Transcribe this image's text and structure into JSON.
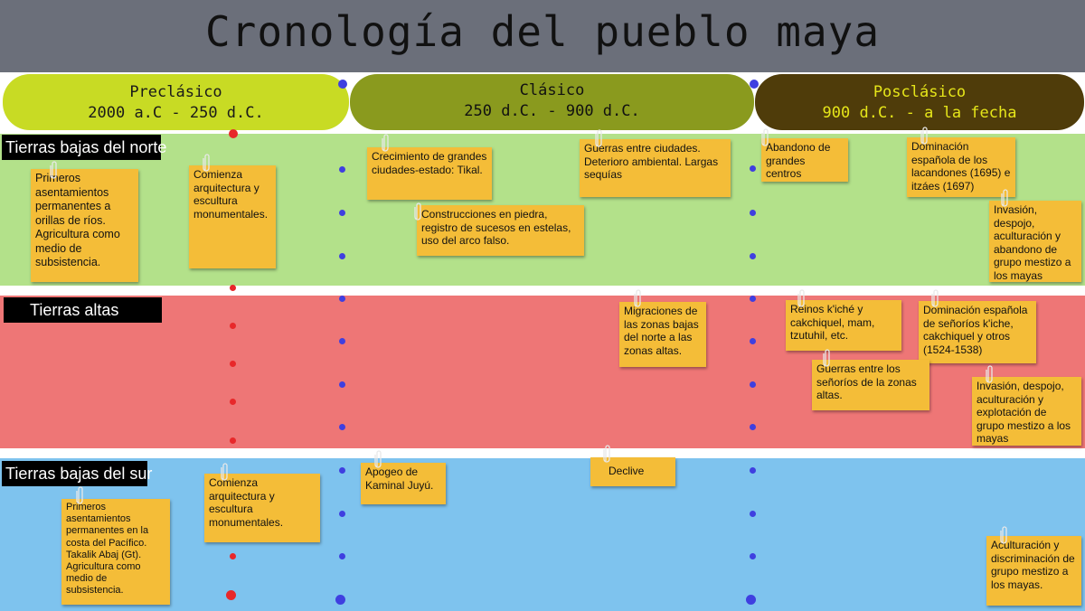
{
  "title": "Cronología del pueblo maya",
  "periods": [
    {
      "name": "Preclásico",
      "range": "2000 a.C - 250 d.C."
    },
    {
      "name": "Clásico",
      "range": "250 d.C. - 900 d.C."
    },
    {
      "name": "Posclásico",
      "range": "900 d.C. - a la fecha"
    }
  ],
  "regions": [
    "Tierras bajas del norte",
    "Tierras altas",
    "Tierras bajas del sur"
  ],
  "notes": {
    "north_pre_1": "Primeros asentamientos permanentes a orillas de ríos. Agricultura como medio de subsistencia.",
    "north_pre_2": "Comienza arquitectura y escultura monumentales.",
    "north_cla_1": "Crecimiento de grandes ciudades-estado: Tikal.",
    "north_cla_2": "Construcciones en piedra, registro de sucesos en estelas, uso del arco falso.",
    "north_cla_3": "Guerras entre ciudades. Deterioro ambiental. Largas sequías",
    "north_pos_1": "Abandono de grandes centros ceremoniales",
    "north_pos_2": "Dominación española de los lacandones (1695) e itzáes (1697)",
    "north_pos_3": "Invasión, despojo, aculturación y abandono de grupo mestizo a los mayas",
    "high_cla_1": "Migraciones de las zonas bajas del norte a las zonas altas.",
    "high_pos_1": "Reinos k'iché y cakchiquel, mam, tzutuhil, etc.",
    "high_pos_2": "Dominación española de señoríos k'iche, cakchiquel y otros (1524-1538)",
    "high_pos_3": "Guerras entre los señoríos de la zonas altas.",
    "high_pos_4": "Invasión, despojo, aculturación y explotación de grupo mestizo a los mayas",
    "south_pre_1": "Primeros asentamientos permanentes en la costa del Pacífico. Takalik Abaj (Gt). Agricultura como medio de subsistencia.",
    "south_pre_2": "Comienza arquitectura y escultura monumentales.",
    "south_cla_1": "Apogeo de Kaminal Juyú.",
    "south_cla_2": "Declive",
    "south_pos_1": "Aculturación y discriminación de grupo mestizo a los mayas."
  },
  "colors": {
    "preclasico": "#c8db24",
    "clasico": "#8a9a1e",
    "posclasico": "#4f3c0a",
    "north_band": "#b3e18a",
    "high_band": "#ee7676",
    "south_band": "#7ec3ee",
    "note": "#f4bd38",
    "dot_red": "#e8282a",
    "dot_blue": "#3f3fe0"
  }
}
